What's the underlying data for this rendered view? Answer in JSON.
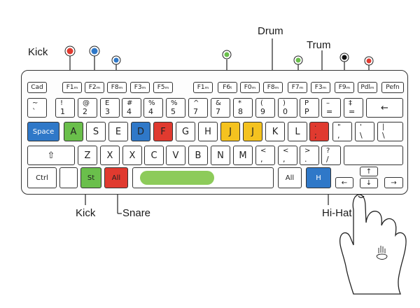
{
  "labels": {
    "kick_top": "Kick",
    "drum": "Drum",
    "trum": "Trum",
    "kick_bottom": "Kick",
    "snare": "Snare",
    "hihat": "Hi-Hat"
  },
  "colors": {
    "blue": "#2f78c8",
    "green": "#6abf4b",
    "red": "#e03a2f",
    "yellow": "#f4c21f"
  },
  "dots": [
    {
      "color": "#e03a2f",
      "icon": "red-dot-icon"
    },
    {
      "color": "#2f78c8",
      "icon": "blue-dot-icon"
    },
    {
      "color": "#2f78c8",
      "icon": "blue-dot-icon"
    },
    {
      "color": "#6abf4b",
      "icon": "green-dot-icon"
    },
    {
      "color": "#6abf4b",
      "icon": "green-dot-icon"
    },
    {
      "color": "#111111",
      "icon": "black-dot-icon"
    },
    {
      "color": "#e03a2f",
      "icon": "red-dot-icon"
    }
  ],
  "keys": {
    "f_row": [
      "Cad",
      "F1ₘ",
      "F2ₘ",
      "F8ₘ",
      "F3ₘ",
      "F5ₘ",
      "F1ₘ",
      "F6ₜ",
      "F0ₘ",
      "F8ₘ",
      "F7ₘ",
      "F3ₘ",
      "F9ₘ",
      "Pdlₘ",
      "Pefn"
    ],
    "num_row": [
      {
        "t": "~",
        "b": "`"
      },
      {
        "t": "!",
        "b": "1"
      },
      {
        "t": "@",
        "b": "2"
      },
      {
        "t": "E",
        "b": "3"
      },
      {
        "t": "#",
        "b": "4"
      },
      {
        "t": "%",
        "b": "4"
      },
      {
        "t": "%",
        "b": "5"
      },
      {
        "t": "^",
        "b": "7"
      },
      {
        "t": "&",
        "b": "7"
      },
      {
        "t": "*",
        "b": "8"
      },
      {
        "t": "(",
        "b": "9"
      },
      {
        "t": ")",
        "b": "0"
      },
      {
        "t": "P",
        "b": "P"
      },
      {
        "t": "–",
        "b": "="
      },
      {
        "t": "‡",
        "b": "="
      }
    ],
    "backspace": "←",
    "home_row": [
      "Space",
      "A",
      "S",
      "E",
      "D",
      "F",
      "G",
      "H",
      "J",
      "J",
      "K",
      "L",
      "·",
      "\"",
      "'",
      "|"
    ],
    "home_row_sub": [
      "",
      "",
      "",
      "",
      "",
      "",
      "",
      "",
      "",
      "",
      "",
      "",
      ";",
      ",",
      "\\",
      "\\"
    ],
    "bottom_row": [
      {
        "t": "",
        "b": "Z"
      },
      {
        "t": "",
        "b": "X"
      },
      {
        "t": "",
        "b": "X"
      },
      {
        "t": "",
        "b": "C"
      },
      {
        "t": "",
        "b": "V"
      },
      {
        "t": "",
        "b": "B"
      },
      {
        "t": "",
        "b": "N"
      },
      {
        "t": "",
        "b": "M"
      },
      {
        "t": "<",
        "b": ","
      },
      {
        "t": "<",
        "b": ","
      },
      {
        "t": ">",
        "b": "."
      },
      {
        "t": "?",
        "b": "/"
      }
    ],
    "shift": "⇧",
    "ctrl": "Ctrl",
    "st": "St",
    "all_left": "All",
    "all_right": "All",
    "h": "H",
    "arrows": {
      "up": "↑",
      "down": "↓",
      "left": "←",
      "right": "→"
    }
  }
}
